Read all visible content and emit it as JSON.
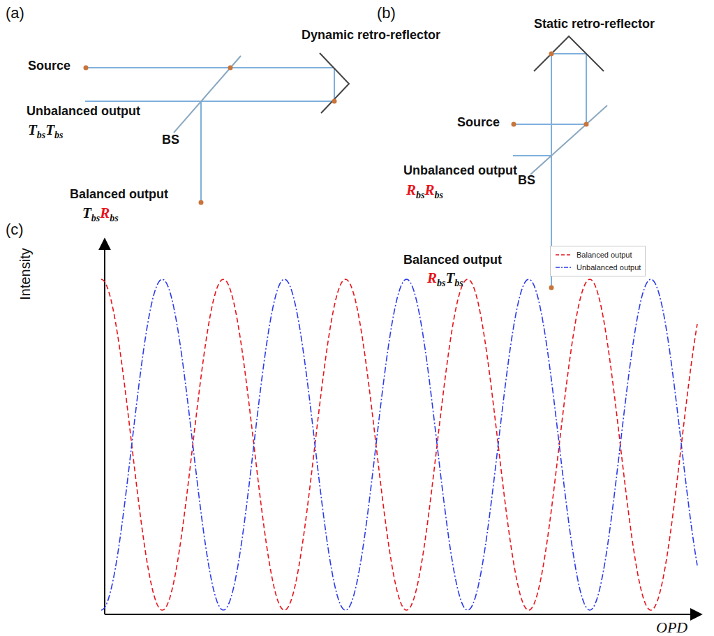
{
  "diagram": {
    "labels": [
      "(a)",
      "Source",
      "Unbalanced output",
      "T",
      "bs",
      "T",
      "bs",
      "BS",
      "Balanced output",
      "T",
      "bs",
      "R",
      "bs",
      "Dynamic retro-reflector",
      "(b)",
      "Static retro-reflector",
      "Source",
      "Unbalanced output",
      "R",
      "bs",
      "R",
      "bs",
      "BS",
      "Balanced output",
      "R",
      "bs",
      "T",
      "bs",
      "(c)",
      "Intensity",
      "OPD"
    ],
    "legend": [
      {
        "text": "Balanced output"
      },
      {
        "text": "Unbalanced output"
      }
    ]
  }
}
